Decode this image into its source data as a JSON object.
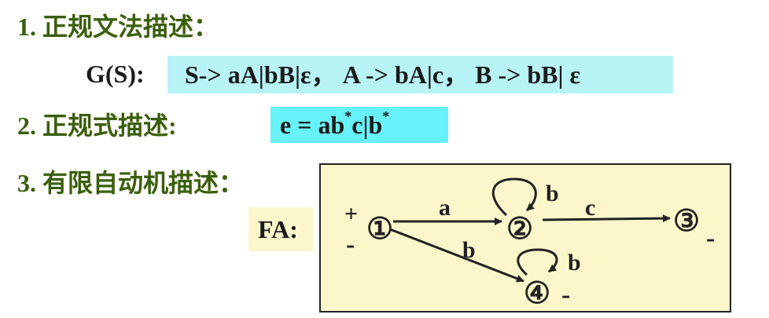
{
  "section1": {
    "heading": "1. 正规文法描述：",
    "label": "G(S):",
    "grammar": "S-> aA|bB|ε， A -> bA|c， B -> bB| ε"
  },
  "section2": {
    "heading": "2. 正规式描述:",
    "expr_e": "e = ab",
    "expr_star1": "*",
    "expr_mid": "c|b",
    "expr_star2": "*"
  },
  "section3": {
    "heading": "3. 有限自动机描述：",
    "fa_label": "FA:",
    "states": [
      {
        "id": "①",
        "marks": [
          "+",
          "-"
        ]
      },
      {
        "id": "②",
        "marks": []
      },
      {
        "id": "③",
        "marks": [
          "-"
        ]
      },
      {
        "id": "④",
        "marks": [
          "-"
        ]
      }
    ],
    "transitions": [
      {
        "from": "①",
        "to": "②",
        "label": "a"
      },
      {
        "from": "②",
        "to": "②",
        "label": "b"
      },
      {
        "from": "②",
        "to": "③",
        "label": "c"
      },
      {
        "from": "①",
        "to": "④",
        "label": "b"
      },
      {
        "from": "④",
        "to": "④",
        "label": "b"
      }
    ]
  },
  "colors": {
    "heading": "#3a5f0b",
    "grammar_bg": "#b8f4f6",
    "expr_bg": "#66f2f8",
    "fa_bg": "#fbf7cb"
  }
}
